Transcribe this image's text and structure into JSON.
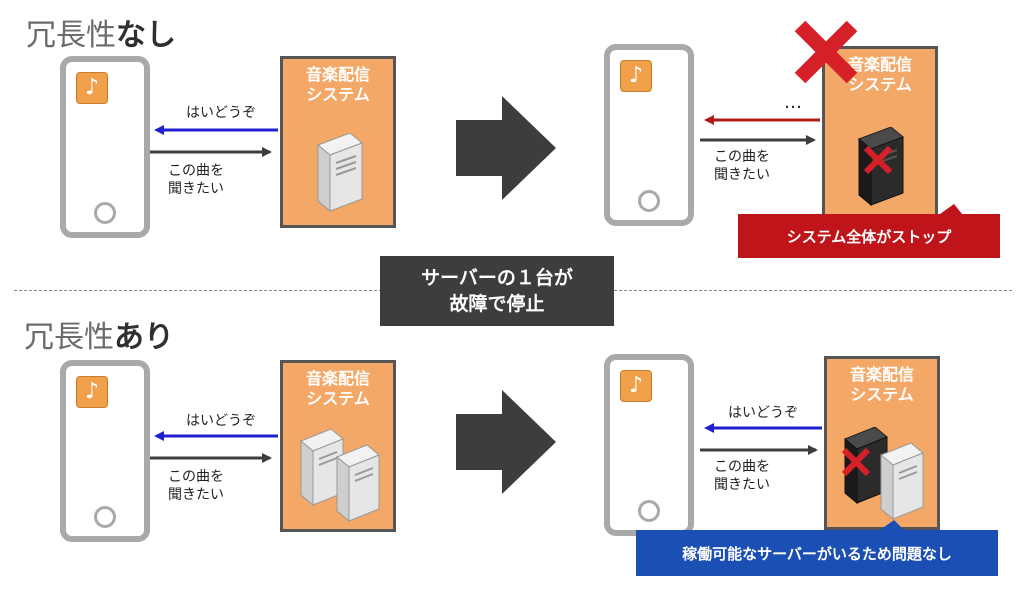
{
  "sections": {
    "top": {
      "title_plain": "冗長性",
      "title_bold": "なし",
      "before": {
        "system_label": "音楽配信\nシステム",
        "response_label": "はいどうぞ",
        "request_label": "この曲を\n聞きたい"
      },
      "after": {
        "system_label": "音楽配信\nシステム",
        "response_label": "…",
        "request_label": "この曲を\n聞きたい",
        "banner": "システム全体がストップ"
      }
    },
    "bottom": {
      "title_plain": "冗長性",
      "title_bold": "あり",
      "before": {
        "system_label": "音楽配信\nシステム",
        "response_label": "はいどうぞ",
        "request_label": "この曲を\n聞きたい"
      },
      "after": {
        "system_label": "音楽配信\nシステム",
        "response_label": "はいどうぞ",
        "request_label": "この曲を\n聞きたい",
        "banner": "稼働可能なサーバーがいるため問題なし"
      }
    }
  },
  "center_label": "サーバーの１台が\n故障で停止",
  "app_icon_glyph": "♪",
  "colors": {
    "orange": "#f4a867",
    "red_banner": "#c0141b",
    "blue_banner": "#1b4fb3",
    "blue_arrow": "#2020d0",
    "red_arrow": "#b01a1a",
    "dark_arrow": "#3d3d3d",
    "x_mark": "#d62028"
  }
}
